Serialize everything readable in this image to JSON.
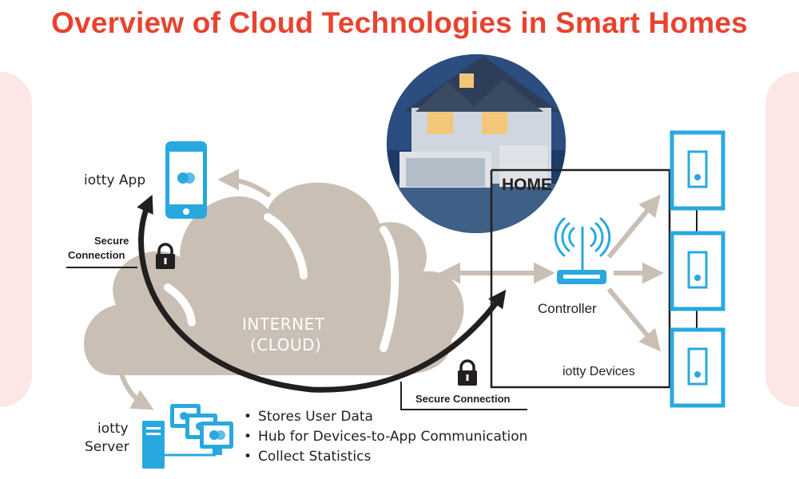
{
  "title": "Overview of Cloud Technologies in Smart Homes",
  "labels": {
    "app": "iotty App",
    "secure_top_line1": "Secure",
    "secure_top_line2": "Connection",
    "internet_line1": "INTERNET",
    "internet_line2": "(CLOUD)",
    "home": "HOME",
    "controller": "Controller",
    "devices": "iotty Devices",
    "secure_bottom": "Secure Connection",
    "server_line1": "iotty",
    "server_line2": "Server"
  },
  "server_features": [
    "Stores User Data",
    "Hub for Devices-to-App Communication",
    "Collect Statistics"
  ],
  "icons": {
    "phone": "smartphone-icon",
    "router": "wifi-router-icon",
    "lock": "padlock-icon",
    "server": "server-computers-icon",
    "switch": "wall-switch-icon",
    "house": "house-photo-icon"
  },
  "colors": {
    "title": "#e8432f",
    "cloud": "#c9bfb4",
    "arrow_light": "#c9bfb4",
    "arrow_dark": "#231f20",
    "accent": "#29a8df",
    "side_panel": "#fde6e6",
    "text": "#231f20"
  }
}
